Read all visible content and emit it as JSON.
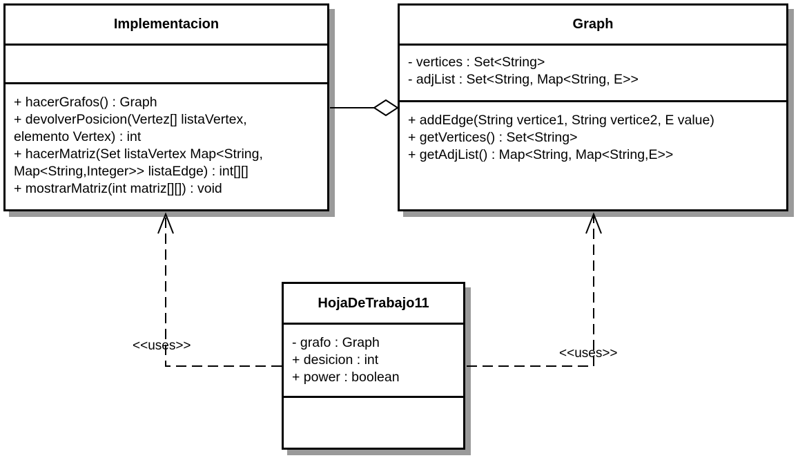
{
  "classes": {
    "implementacion": {
      "name": "Implementacion",
      "attributes": [],
      "methods": [
        "+ hacerGrafos() : Graph",
        "+ devolverPosicion(Vertez[] listaVertex,",
        "elemento Vertex) : int",
        "+ hacerMatriz(Set listaVertex Map<String,",
        "Map<String,Integer>> listaEdge) : int[][]",
        "+ mostrarMatriz(int matriz[][]) : void"
      ]
    },
    "graph": {
      "name": "Graph",
      "attributes": [
        "- vertices : Set<String>",
        "- adjList : Set<String, Map<String, E>>"
      ],
      "methods": [
        "+ addEdge(String vertice1, String vertice2, E value)",
        "+ getVertices() : Set<String>",
        "+ getAdjList() : Map<String, Map<String,E>>"
      ]
    },
    "hoja": {
      "name": "HojaDeTrabajo11",
      "attributes": [
        "- grafo : Graph",
        "+ desicion : int",
        "+ power : boolean"
      ],
      "methods": []
    }
  },
  "relations": {
    "uses_left": "<<uses>>",
    "uses_right": "<<uses>>"
  }
}
